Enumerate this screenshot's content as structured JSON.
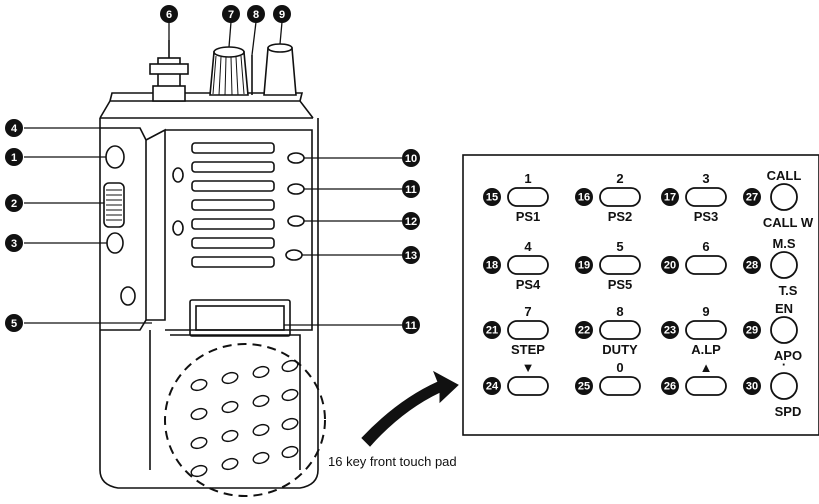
{
  "callouts": {
    "c1": "1",
    "c2": "2",
    "c3": "3",
    "c4": "4",
    "c5": "5",
    "c6": "6",
    "c7": "7",
    "c8": "8",
    "c9": "9",
    "c10": "10",
    "c11a": "11",
    "c12": "12",
    "c13": "13",
    "c11b": "11"
  },
  "caption": "16 key front touch pad",
  "keypad": {
    "keys": [
      {
        "num": "15",
        "top": "1",
        "bottom": "PS1"
      },
      {
        "num": "16",
        "top": "2",
        "bottom": "PS2"
      },
      {
        "num": "17",
        "top": "3",
        "bottom": "PS3"
      },
      {
        "num": "27",
        "top": "CALL",
        "bottom": "CALL W"
      },
      {
        "num": "18",
        "top": "4",
        "bottom": "PS4"
      },
      {
        "num": "19",
        "top": "5",
        "bottom": "PS5"
      },
      {
        "num": "20",
        "top": "6",
        "bottom": ""
      },
      {
        "num": "28",
        "top": "M.S",
        "bottom": "T.S"
      },
      {
        "num": "21",
        "top": "7",
        "bottom": "STEP"
      },
      {
        "num": "22",
        "top": "8",
        "bottom": "DUTY"
      },
      {
        "num": "23",
        "top": "9",
        "bottom": "A.LP"
      },
      {
        "num": "29",
        "top": "EN",
        "bottom": "APO"
      },
      {
        "num": "24",
        "top": "▼",
        "bottom": ""
      },
      {
        "num": "25",
        "top": "0",
        "bottom": ""
      },
      {
        "num": "26",
        "top": "▲",
        "bottom": ""
      },
      {
        "num": "30",
        "top": "·",
        "bottom": "SPD"
      }
    ]
  },
  "colors": {
    "ink": "#111111",
    "paper": "#ffffff"
  }
}
